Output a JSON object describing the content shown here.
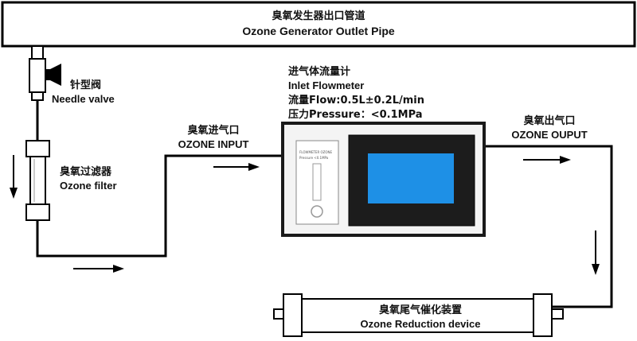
{
  "header": {
    "title_cn": "臭氧发生器出口管道",
    "title_en": "Ozone Generator Outlet Pipe"
  },
  "needle_valve": {
    "label_cn": "针型阀",
    "label_en": "Needle valve"
  },
  "filter": {
    "label_cn": "臭氧过滤器",
    "label_en": "Ozone filter"
  },
  "inlet": {
    "label_cn": "臭氧进气口",
    "label_en": "OZONE INPUT"
  },
  "flowmeter": {
    "title_cn": "进气体流量计",
    "title_en": "Inlet Flowmeter",
    "flow": "流量Flow:0.5L±0.2L/min",
    "pressure": "压力Pressure：<0.1MPa",
    "panel_line1": "FLOWMETER OZONE",
    "panel_line2": "Pressure <0.1MPa",
    "screen_color": "#1e90e6"
  },
  "outlet": {
    "label_cn": "臭氧出气口",
    "label_en": "OZONE OUPUT"
  },
  "reduction": {
    "label_cn": "臭氧尾气催化装置",
    "label_en": "Ozone Reduction device"
  }
}
